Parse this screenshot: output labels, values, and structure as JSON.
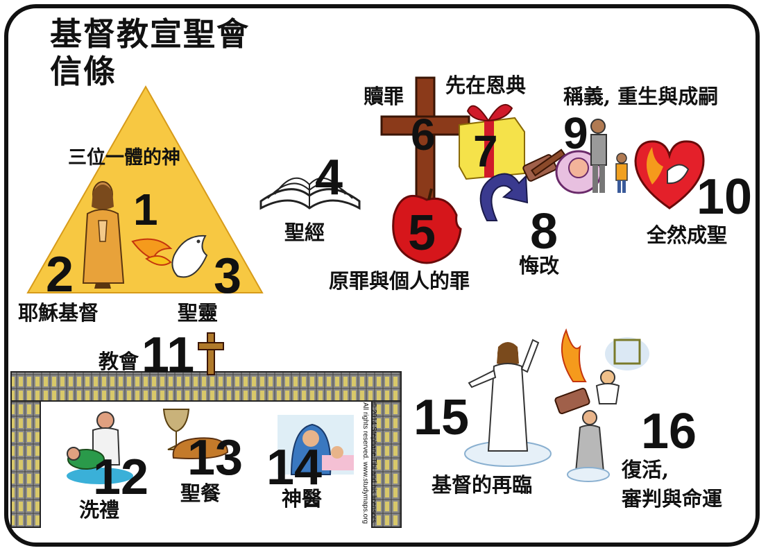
{
  "title": {
    "line1": "基督教宣聖會",
    "line2": "信條"
  },
  "items": [
    {
      "num": "1",
      "label": "三位一體的神"
    },
    {
      "num": "2",
      "label": "耶穌基督"
    },
    {
      "num": "3",
      "label": "聖靈"
    },
    {
      "num": "4",
      "label": "聖經"
    },
    {
      "num": "5",
      "label": "原罪與個人的罪"
    },
    {
      "num": "6",
      "label": "贖罪"
    },
    {
      "num": "7",
      "label": "先在恩典"
    },
    {
      "num": "8",
      "label": "悔改"
    },
    {
      "num": "9",
      "label": "稱義, 重生與成嗣"
    },
    {
      "num": "10",
      "label": "全然成聖"
    },
    {
      "num": "11",
      "label": "教會"
    },
    {
      "num": "12",
      "label": "洗禮"
    },
    {
      "num": "13",
      "label": "聖餐"
    },
    {
      "num": "14",
      "label": "神醫"
    },
    {
      "num": "15",
      "label": "基督的再臨"
    },
    {
      "num": "16",
      "label": "復活,",
      "label2": "審判與命運"
    }
  ],
  "copyright": {
    "line1": "© 2014 Stephane Tibi and his licensors.",
    "line2": "All rights reserved. www.studymaps.org"
  },
  "colors": {
    "triangle": "#f7c842",
    "cross": "#8b3a1a",
    "apple": "#d6161b",
    "gift": "#f5e24a",
    "ribbon": "#d01a2a",
    "heart": "#e4202a",
    "arrow": "#3a3a8f",
    "wall": "#8a8a8a"
  }
}
